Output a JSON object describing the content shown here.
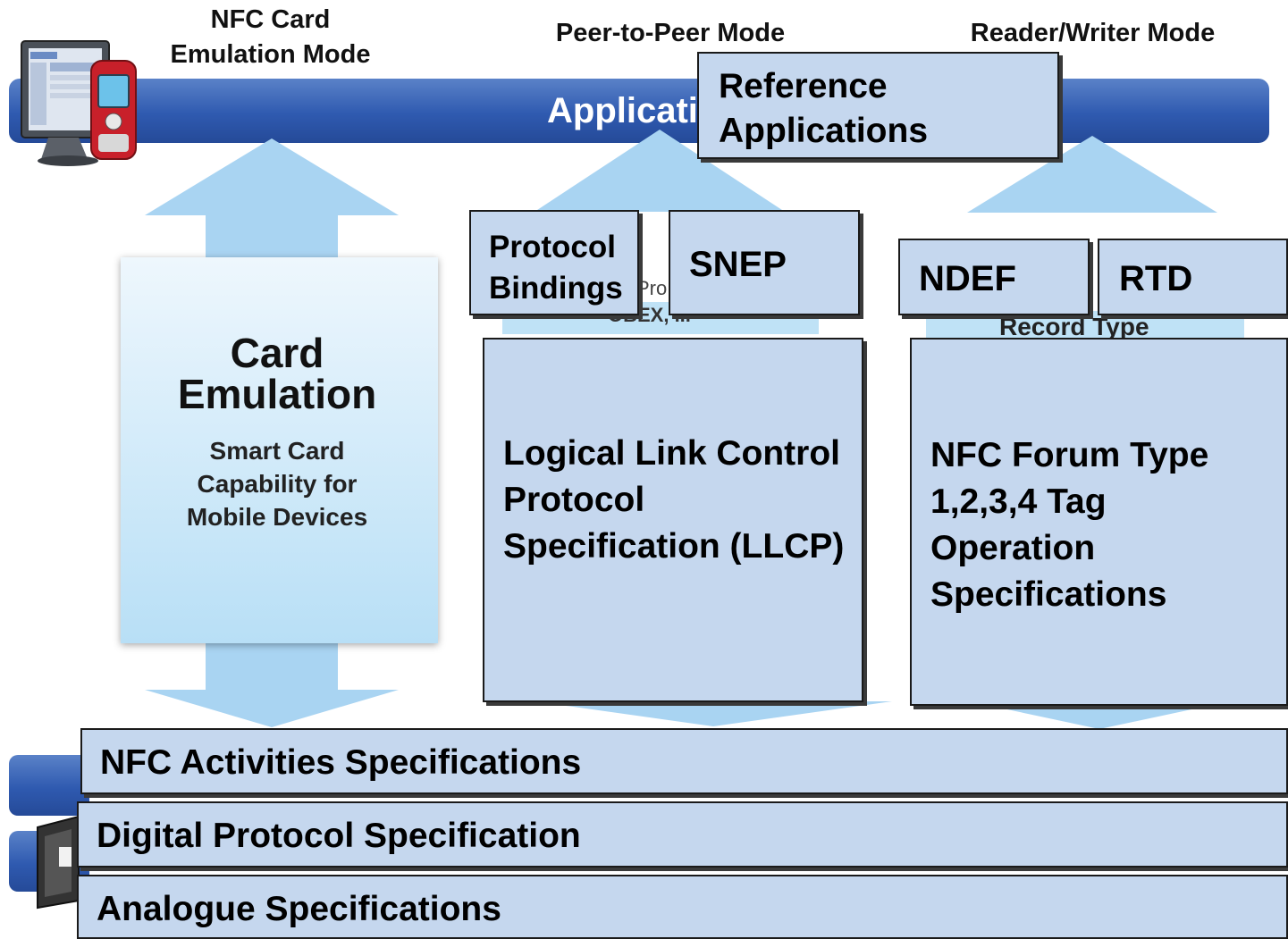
{
  "modes": {
    "card_emulation": "NFC Card Emulation Mode",
    "peer_to_peer": "Peer-to-Peer Mode",
    "reader_writer": "Reader/Writer Mode"
  },
  "app_bar_label": "Applicati",
  "reference_applications": "Reference Applications",
  "card_emulation": {
    "title": "Card Emulation",
    "subtitle": "Smart Card Capability for Mobile Devices"
  },
  "p2p": {
    "protocol_bindings": "Protocol Bindings",
    "snep": "SNEP",
    "hidden_text_1": "Pro",
    "hidden_text_2": "OBEX, ...",
    "llcp": "Logical Link Control Protocol Specification (LLCP)"
  },
  "rw": {
    "ndef": "NDEF",
    "rtd": "RTD",
    "hidden_text": "Record Type",
    "tag_ops": "NFC Forum Type 1,2,3,4 Tag Operation Specifications"
  },
  "layers": {
    "activities": "NFC Activities Specifications",
    "digital": "Digital Protocol Specification",
    "analogue": "Analogue Specifications"
  },
  "colors": {
    "box_fill": "#c5d7ee",
    "bar_blue": "#2f5ab0",
    "arrow_light": "#a8d4f2"
  }
}
